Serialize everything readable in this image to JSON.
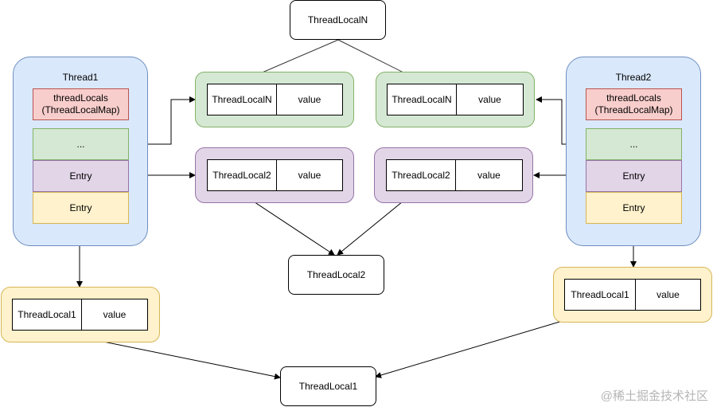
{
  "thread1": {
    "title": "Thread1",
    "slots": [
      "threadLocals\n(ThreadLocalMap)",
      "...",
      "Entry",
      "Entry"
    ]
  },
  "thread2": {
    "title": "Thread2",
    "slots": [
      "threadLocals\n(ThreadLocalMap)",
      "...",
      "Entry",
      "Entry"
    ]
  },
  "entries": {
    "left_n": {
      "key": "ThreadLocalN",
      "value": "value"
    },
    "right_n": {
      "key": "ThreadLocalN",
      "value": "value"
    },
    "left_2": {
      "key": "ThreadLocal2",
      "value": "value"
    },
    "right_2": {
      "key": "ThreadLocal2",
      "value": "value"
    },
    "left_1": {
      "key": "ThreadLocal1",
      "value": "value"
    },
    "right_1": {
      "key": "ThreadLocal1",
      "value": "value"
    }
  },
  "nodes": {
    "top": "ThreadLocalN",
    "middle": "ThreadLocal2",
    "bottom": "ThreadLocal1"
  },
  "watermark": "@稀土掘金技术社区"
}
